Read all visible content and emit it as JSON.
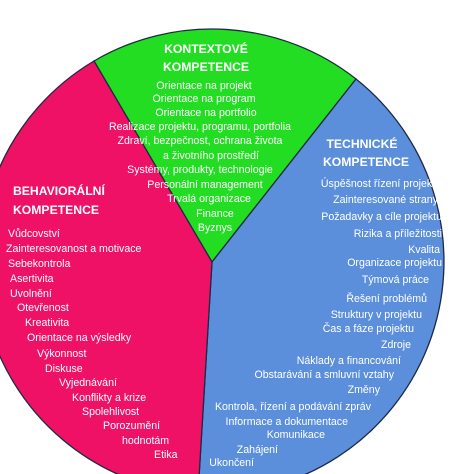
{
  "colors": {
    "context": "#22dd22",
    "technical": "#5b8fdb",
    "behavioral": "#ee1166",
    "text": "#ffffff"
  },
  "context": {
    "title_line1": "KONTEXTOVÉ",
    "title_line2": "KOMPETENCE",
    "items": [
      "Orientace na projekt",
      "Orientace na program",
      "Orientace na portfolio",
      "Realizace projektu, programu, portfolia",
      "Zdraví, bezpečnost, ochrana života",
      "a životního prostředí",
      "Systémy, produkty, technologie",
      "Personální management",
      "Trvalá organizace",
      "Finance",
      "Byznys"
    ]
  },
  "technical": {
    "title_line1": "TECHNICKÉ",
    "title_line2": "KOMPETENCE",
    "items": [
      "Úspěšnost řízení projektu",
      "Zainteresované strany",
      "Požadavky a cíle projektu",
      "Rizika a příležitosti",
      "Kvalita",
      "Organizace projektu",
      "Týmová práce",
      "Řešení problémů",
      "Struktury v projektu",
      "Čas a fáze projektu",
      "Zdroje",
      "Náklady a financování",
      "Obstarávání a smluvní vztahy",
      "Změny",
      "Kontrola, řízení a podávání zpráv",
      "Informace a dokumentace",
      "Komunikace",
      "Zahájení",
      "Ukončení"
    ]
  },
  "behavioral": {
    "title_line1": "BEHAVIORÁLNÍ",
    "title_line2": "KOMPETENCE",
    "items": [
      "Vůdcovství",
      "Zainteresovanost a motivace",
      "Sebekontrola",
      "Asertivita",
      "Uvolnění",
      "Otevřenost",
      "Kreativita",
      "Orientace na výsledky",
      "Výkonnost",
      "Diskuse",
      "Vyjednávání",
      "Konflikty a krize",
      "Spolehlivost",
      "Porozumění",
      "hodnotám",
      "Etika"
    ]
  }
}
